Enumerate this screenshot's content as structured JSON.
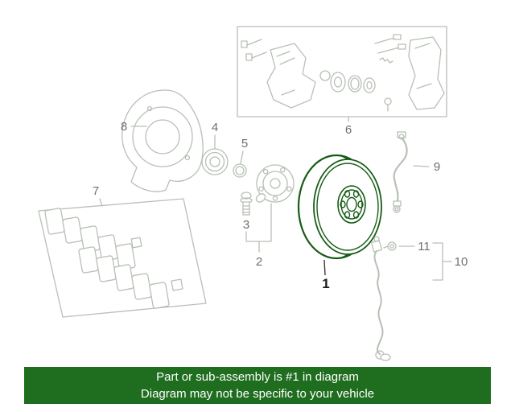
{
  "diagram": {
    "labels": {
      "l1": "1",
      "l2": "2",
      "l3": "3",
      "l4": "4",
      "l5": "5",
      "l6": "6",
      "l7": "7",
      "l8": "8",
      "l9": "9",
      "l10": "10",
      "l11": "11"
    },
    "highlighted_part": "1"
  },
  "banner": {
    "line1": "Part or sub-assembly is #1 in diagram",
    "line2": "Diagram may not be specific to your vehicle"
  },
  "colors": {
    "line": "#b7c0b5",
    "highlight": "#175c17",
    "banner_bg": "#1f6d1f",
    "banner_text": "#ffffff",
    "label": "#6f6f6f",
    "highlight_label": "#1a1a1a",
    "bg": "#ffffff"
  }
}
